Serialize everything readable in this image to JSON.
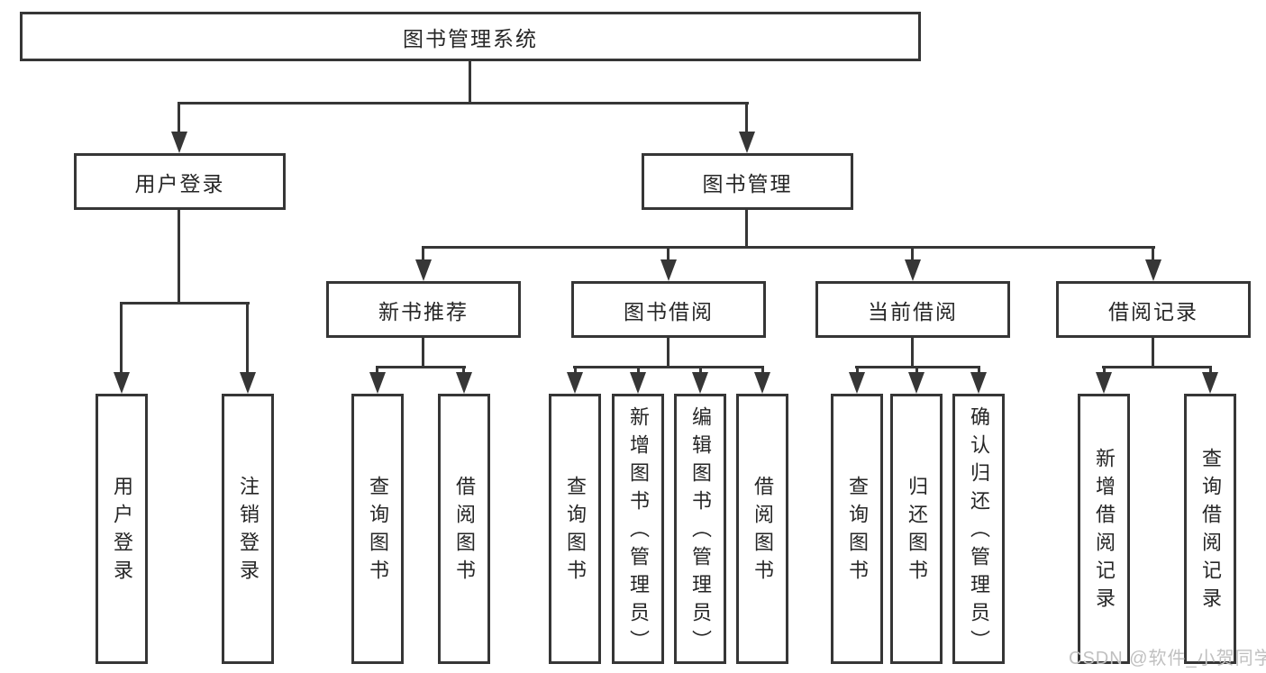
{
  "colors": {
    "stroke": "#363636",
    "text": "#262626",
    "box_bg": "#ffffff",
    "watermark": "#c0c0c0"
  },
  "watermark": "CSDN @软件_小贺同学",
  "tree": {
    "root": {
      "label": "图书管理系统"
    },
    "level2": [
      {
        "label": "用户登录"
      },
      {
        "label": "图书管理"
      }
    ],
    "level3": [
      {
        "label": "新书推荐",
        "parent": "图书管理"
      },
      {
        "label": "图书借阅",
        "parent": "图书管理"
      },
      {
        "label": "当前借阅",
        "parent": "图书管理"
      },
      {
        "label": "借阅记录",
        "parent": "图书管理"
      }
    ],
    "leaves": [
      {
        "label": "用户登录",
        "parent": "用户登录"
      },
      {
        "label": "注销登录",
        "parent": "用户登录"
      },
      {
        "label": "查询图书",
        "parent": "新书推荐"
      },
      {
        "label": "借阅图书",
        "parent": "新书推荐"
      },
      {
        "label": "查询图书",
        "parent": "图书借阅"
      },
      {
        "label": "新增图书（管理员）",
        "parent": "图书借阅"
      },
      {
        "label": "编辑图书（管理员）",
        "parent": "图书借阅"
      },
      {
        "label": "借阅图书",
        "parent": "图书借阅"
      },
      {
        "label": "查询图书",
        "parent": "当前借阅"
      },
      {
        "label": "归还图书",
        "parent": "当前借阅"
      },
      {
        "label": "确认归还（管理员）",
        "parent": "当前借阅"
      },
      {
        "label": "新增借阅记录",
        "parent": "借阅记录"
      },
      {
        "label": "查询借阅记录",
        "parent": "借阅记录"
      }
    ]
  }
}
